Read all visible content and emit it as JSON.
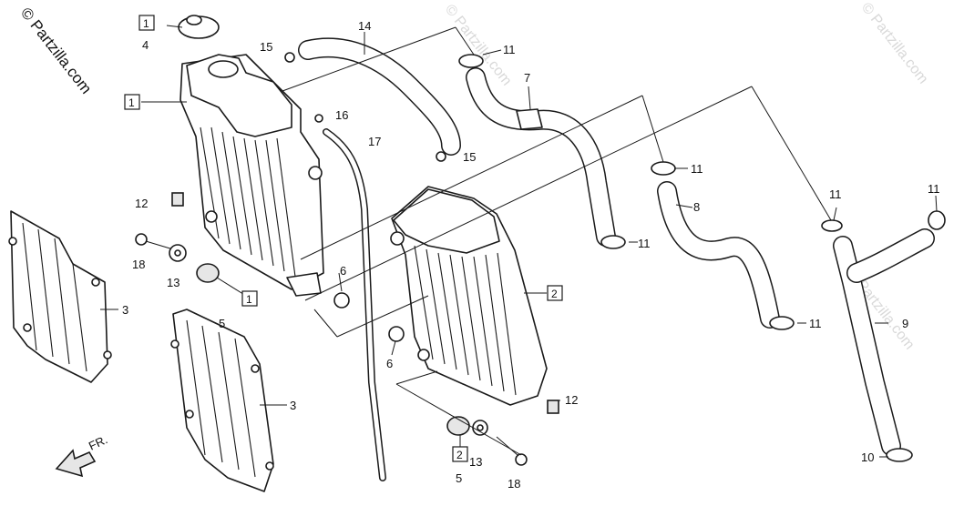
{
  "watermark": {
    "main": "© Partzilla.com",
    "faint": "© Partzilla.com"
  },
  "arrow_label": "FR.",
  "callouts": [
    {
      "id": "4",
      "text": "4"
    },
    {
      "id": "1-box-top",
      "text": "1"
    },
    {
      "id": "1-box-left",
      "text": "1"
    },
    {
      "id": "14",
      "text": "14"
    },
    {
      "id": "15a",
      "text": "15"
    },
    {
      "id": "15b",
      "text": "15"
    },
    {
      "id": "16",
      "text": "16"
    },
    {
      "id": "17",
      "text": "17"
    },
    {
      "id": "11a",
      "text": "11"
    },
    {
      "id": "7",
      "text": "7"
    },
    {
      "id": "11b",
      "text": "11"
    },
    {
      "id": "8",
      "text": "8"
    },
    {
      "id": "11c",
      "text": "11"
    },
    {
      "id": "11d",
      "text": "11"
    },
    {
      "id": "11e",
      "text": "11"
    },
    {
      "id": "11f",
      "text": "11"
    },
    {
      "id": "9",
      "text": "9"
    },
    {
      "id": "10",
      "text": "10"
    },
    {
      "id": "12a",
      "text": "12"
    },
    {
      "id": "12b",
      "text": "12"
    },
    {
      "id": "18a",
      "text": "18"
    },
    {
      "id": "18b",
      "text": "18"
    },
    {
      "id": "13a",
      "text": "13"
    },
    {
      "id": "13b",
      "text": "13"
    },
    {
      "id": "5a",
      "text": "5"
    },
    {
      "id": "5b",
      "text": "5"
    },
    {
      "id": "1-box-bottom",
      "text": "1"
    },
    {
      "id": "2-box-right",
      "text": "2"
    },
    {
      "id": "2-box-bottom",
      "text": "2"
    },
    {
      "id": "6a",
      "text": "6"
    },
    {
      "id": "6b",
      "text": "6"
    },
    {
      "id": "3a",
      "text": "3"
    },
    {
      "id": "3b",
      "text": "3"
    }
  ]
}
